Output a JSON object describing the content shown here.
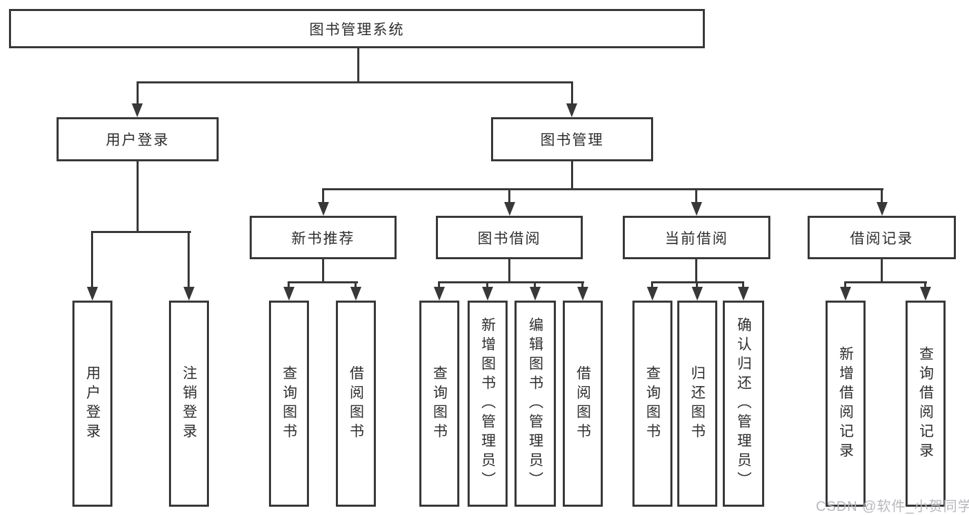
{
  "tree": {
    "label": "图书管理系统",
    "children": [
      {
        "label": "用户登录",
        "children": [
          {
            "label": "用户登录"
          },
          {
            "label": "注销登录"
          }
        ]
      },
      {
        "label": "图书管理",
        "children": [
          {
            "label": "新书推荐",
            "children": [
              {
                "label": "查询图书"
              },
              {
                "label": "借阅图书"
              }
            ]
          },
          {
            "label": "图书借阅",
            "children": [
              {
                "label": "查询图书"
              },
              {
                "label": "新增图书（管理员）"
              },
              {
                "label": "编辑图书（管理员）"
              },
              {
                "label": "借阅图书"
              }
            ]
          },
          {
            "label": "当前借阅",
            "children": [
              {
                "label": "查询图书"
              },
              {
                "label": "归还图书"
              },
              {
                "label": "确认归还（管理员）"
              }
            ]
          },
          {
            "label": "借阅记录",
            "children": [
              {
                "label": "新增借阅记录"
              },
              {
                "label": "查询借阅记录"
              }
            ]
          }
        ]
      }
    ]
  },
  "watermark": "CSDN @软件_小贺同学",
  "colors": {
    "line": "#383838",
    "box_border": "#383838",
    "text": "#2e2e2e",
    "watermark": "#b7b7bf",
    "background": "#ffffff"
  }
}
